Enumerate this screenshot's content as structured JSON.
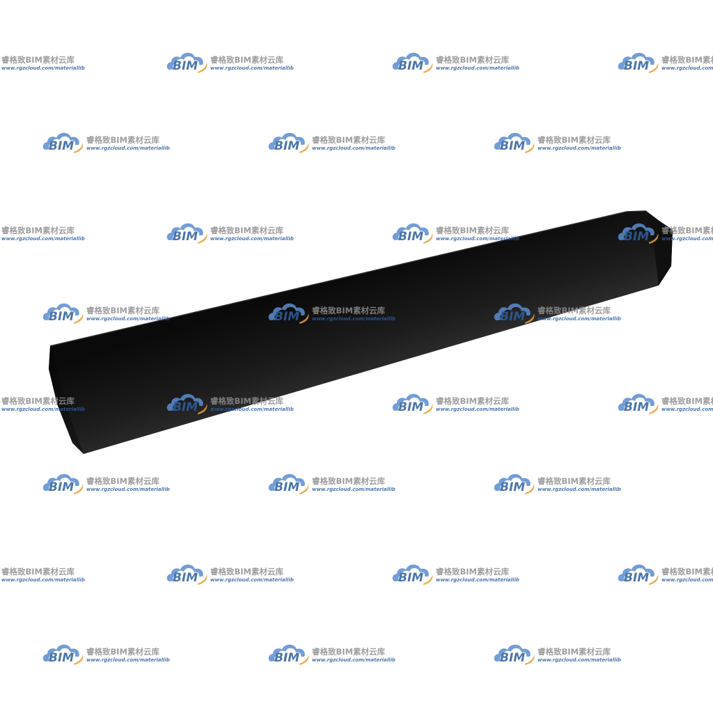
{
  "watermark": {
    "logo_text": "BIM",
    "title": "睿格致BIM素材云库",
    "url": "www.rgzcloud.com/materiallib",
    "cloud_color": "#5b8ccf",
    "accent_color": "#e8a23a",
    "text_color": "#2f5f9e"
  },
  "model": {
    "icon": "pipe-3d-model",
    "color": "#0b0b0b"
  }
}
